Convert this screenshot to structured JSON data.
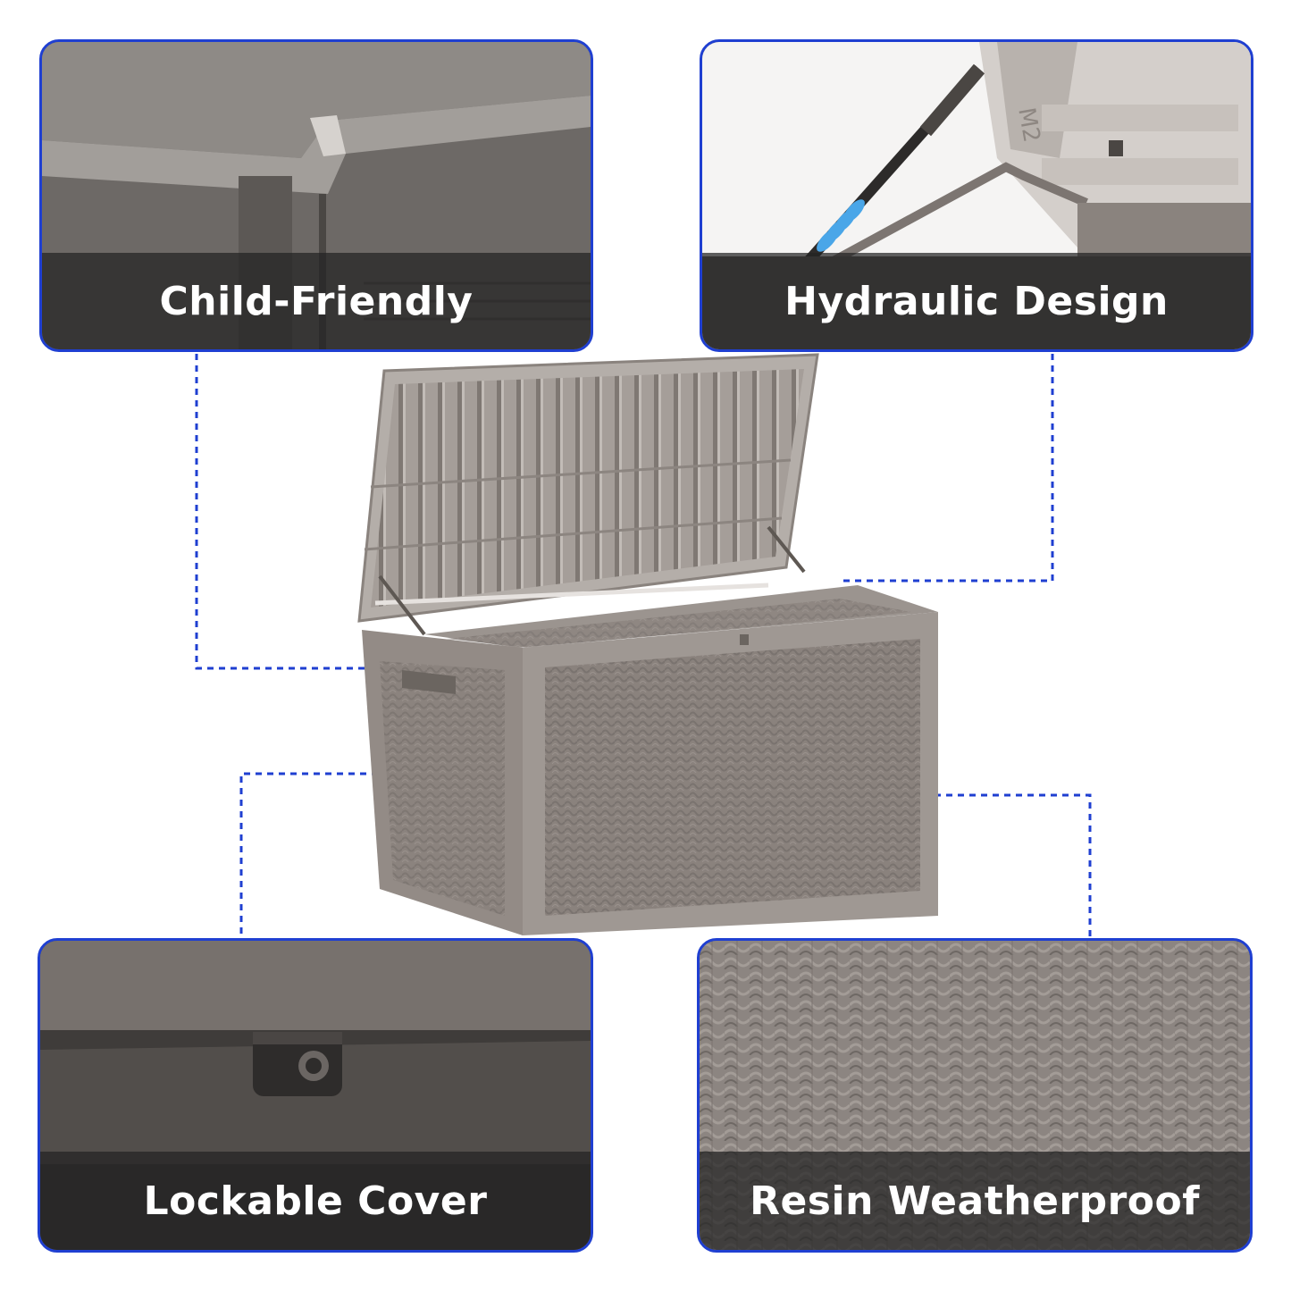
{
  "features": {
    "child_friendly": {
      "label": "Child-Friendly"
    },
    "hydraulic_design": {
      "label": "Hydraulic Design"
    },
    "lockable_cover": {
      "label": "Lockable Cover"
    },
    "resin_weatherproof": {
      "label": "Resin Weatherproof"
    }
  },
  "colors": {
    "panel_border": "#1f3fd1",
    "connector": "#1f3fd1",
    "caption_text": "#ffffff",
    "product_body": "#8d8580",
    "product_frame": "#9f9893"
  },
  "product": {
    "name": "deck storage box",
    "lid_state": "open"
  },
  "lid_marking": "M2"
}
